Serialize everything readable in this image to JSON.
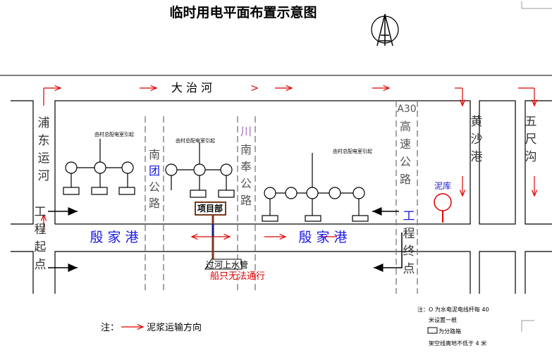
{
  "title": "临时用电平面布置示意图",
  "rivers": {
    "top": "大 治 河",
    "middle_left": "殷 家 港",
    "middle_right": "殷 家 港",
    "pudong": [
      "浦",
      "东",
      "运",
      "河"
    ],
    "huangsha": [
      "黄",
      "沙",
      "港"
    ],
    "wuchi": [
      "五",
      "尺",
      "沟"
    ]
  },
  "roads": {
    "nantuan": [
      "南",
      "团",
      "公",
      "路"
    ],
    "chuannanfeng": [
      "川",
      "南",
      "奉",
      "公",
      "路"
    ],
    "a30": [
      "A30",
      "高",
      "速",
      "公",
      "路"
    ]
  },
  "start_point": [
    "工",
    "程",
    "起",
    "点"
  ],
  "end_point": [
    "工",
    "程",
    "终",
    "点"
  ],
  "power_source_label": "由村总配电室引起",
  "project_office": "项目部",
  "pipe_label": "过河上水管",
  "no_ship_label": "船只无法通行",
  "mud_pit": "泥库",
  "legend": {
    "note": "注：",
    "arrow_desc": "泥浆运输方向",
    "pole_note_1": "注：O 为水电泥电线杆每 40",
    "pole_note_2": "米设置一根",
    "box_note": "为分路箱",
    "height_note": "架空线离地不低于 4 米"
  },
  "colors": {
    "arrow": "#e00000",
    "river_text": "#1a1ae6",
    "brown": "#7a3a1a"
  }
}
